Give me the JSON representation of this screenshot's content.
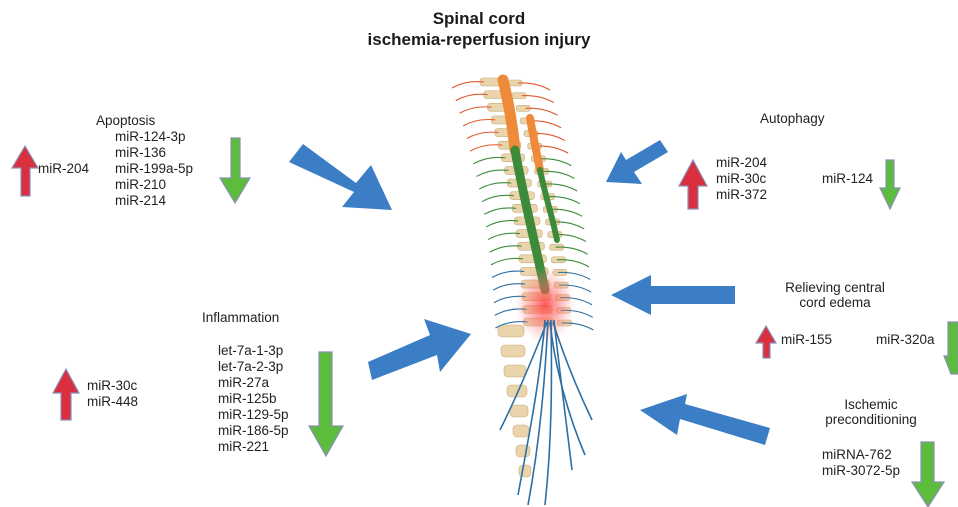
{
  "title": {
    "line1": "Spinal cord",
    "line2": "ischemia-reperfusion injury"
  },
  "colors": {
    "up_arrow": "#d92f3e",
    "down_arrow": "#5cbd3c",
    "pathway_arrow": "#3b7ec6",
    "cord_upper": "#ef8a3a",
    "cord_middle": "#3d8b3a",
    "bone": "#e9d4ab",
    "injury": "#ef4444",
    "nerve": "#2d6fa3"
  },
  "sections": {
    "apoptosis": {
      "heading": "Apoptosis",
      "up": [
        "miR-204"
      ],
      "down": [
        "miR-124-3p",
        "miR-136",
        "miR-199a-5p",
        "miR-210",
        "miR-214"
      ]
    },
    "inflammation": {
      "heading": "Inflammation",
      "up": [
        "miR-30c",
        "miR-448"
      ],
      "down": [
        "let-7a-1-3p",
        "let-7a-2-3p",
        "miR-27a",
        "miR-125b",
        "miR-129-5p",
        "miR-186-5p",
        "miR-221"
      ]
    },
    "autophagy": {
      "heading": "Autophagy",
      "up": [
        "miR-204",
        "miR-30c",
        "miR-372"
      ],
      "down": [
        "miR-124"
      ]
    },
    "edema": {
      "heading_line1": "Relieving central",
      "heading_line2": "cord edema",
      "up": [
        "miR-155"
      ],
      "down": [
        "miR-320a"
      ]
    },
    "preconditioning": {
      "heading_line1": "Ischemic",
      "heading_line2": "preconditioning",
      "up": [],
      "down": [
        "miRNA-762",
        "miR-3072-5p"
      ]
    }
  }
}
